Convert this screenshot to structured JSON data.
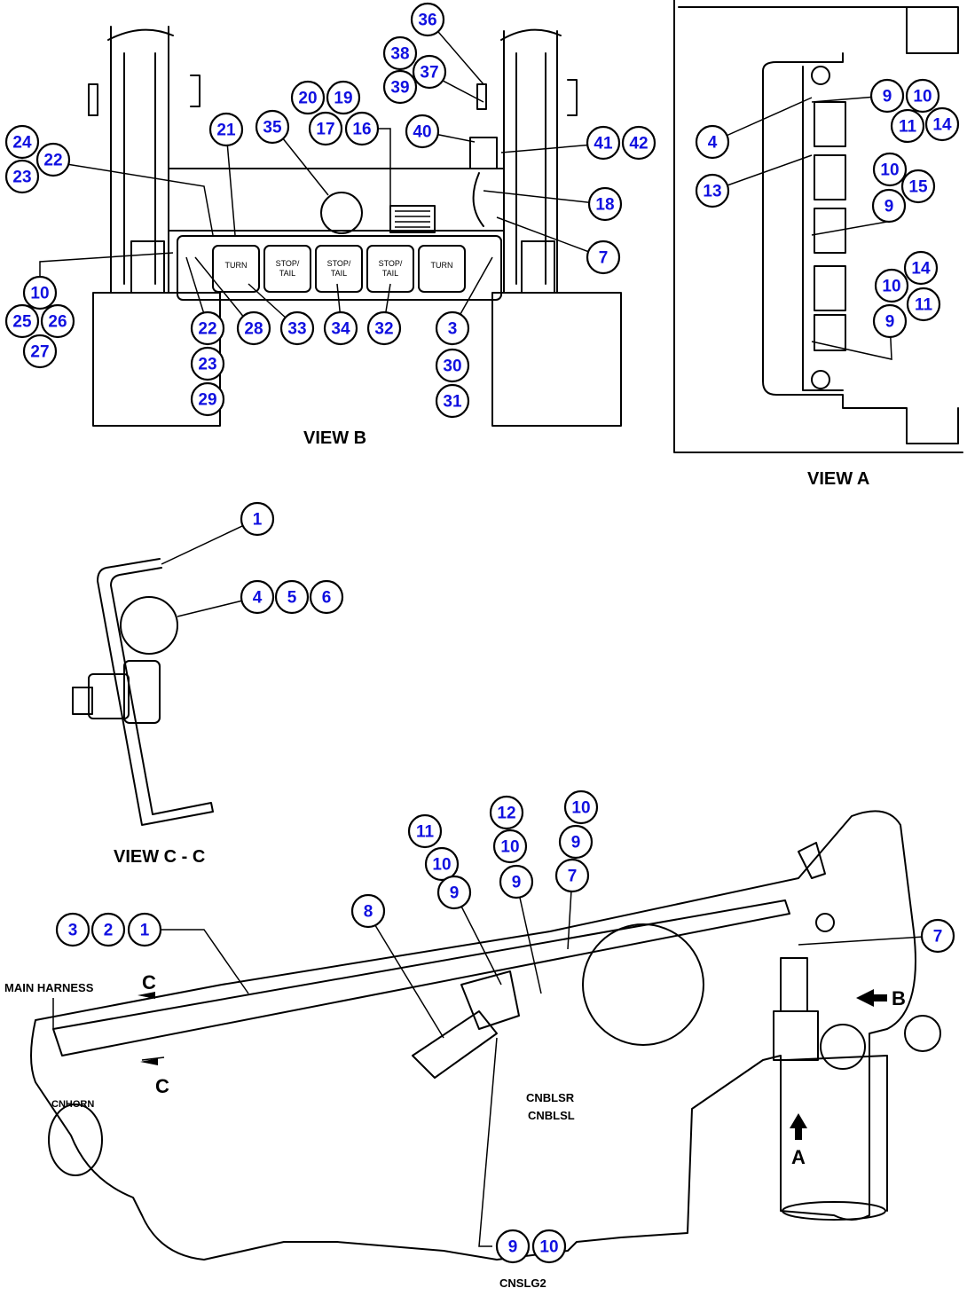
{
  "labels": {
    "view_b": "VIEW B",
    "view_a": "VIEW A",
    "view_cc": "VIEW C - C",
    "main_harness": "MAIN HARNESS",
    "cnblsr": "CNBLSR",
    "cnblsl": "CNBLSL",
    "cnslg2": "CNSLG2",
    "cnhorn": "CNHORN",
    "arrow_a": "A",
    "arrow_b": "B",
    "section_c_top": "C",
    "section_c_bottom": "C"
  },
  "lamps": [
    {
      "line1": "TURN",
      "line2": ""
    },
    {
      "line1": "STOP/",
      "line2": "TAIL"
    },
    {
      "line1": "STOP/",
      "line2": "TAIL"
    },
    {
      "line1": "STOP/",
      "line2": "TAIL"
    },
    {
      "line1": "TURN",
      "line2": ""
    }
  ],
  "callouts": [
    {
      "n": "36"
    },
    {
      "n": "38"
    },
    {
      "n": "37"
    },
    {
      "n": "39"
    },
    {
      "n": "20"
    },
    {
      "n": "19"
    },
    {
      "n": "17"
    },
    {
      "n": "16"
    },
    {
      "n": "35"
    },
    {
      "n": "21"
    },
    {
      "n": "24"
    },
    {
      "n": "22"
    },
    {
      "n": "23"
    },
    {
      "n": "40"
    },
    {
      "n": "41"
    },
    {
      "n": "42"
    },
    {
      "n": "18"
    },
    {
      "n": "7"
    },
    {
      "n": "10"
    },
    {
      "n": "25"
    },
    {
      "n": "26"
    },
    {
      "n": "27"
    },
    {
      "n": "22"
    },
    {
      "n": "28"
    },
    {
      "n": "33"
    },
    {
      "n": "34"
    },
    {
      "n": "32"
    },
    {
      "n": "3"
    },
    {
      "n": "23"
    },
    {
      "n": "30"
    },
    {
      "n": "29"
    },
    {
      "n": "31"
    },
    {
      "n": "9"
    },
    {
      "n": "10"
    },
    {
      "n": "4"
    },
    {
      "n": "11"
    },
    {
      "n": "14"
    },
    {
      "n": "13"
    },
    {
      "n": "10"
    },
    {
      "n": "15"
    },
    {
      "n": "9"
    },
    {
      "n": "14"
    },
    {
      "n": "10"
    },
    {
      "n": "11"
    },
    {
      "n": "9"
    },
    {
      "n": "1"
    },
    {
      "n": "4"
    },
    {
      "n": "5"
    },
    {
      "n": "6"
    },
    {
      "n": "12"
    },
    {
      "n": "10"
    },
    {
      "n": "11"
    },
    {
      "n": "10"
    },
    {
      "n": "10"
    },
    {
      "n": "9"
    },
    {
      "n": "9"
    },
    {
      "n": "9"
    },
    {
      "n": "7"
    },
    {
      "n": "8"
    },
    {
      "n": "3"
    },
    {
      "n": "2"
    },
    {
      "n": "1"
    },
    {
      "n": "7"
    },
    {
      "n": "9"
    },
    {
      "n": "10"
    }
  ]
}
